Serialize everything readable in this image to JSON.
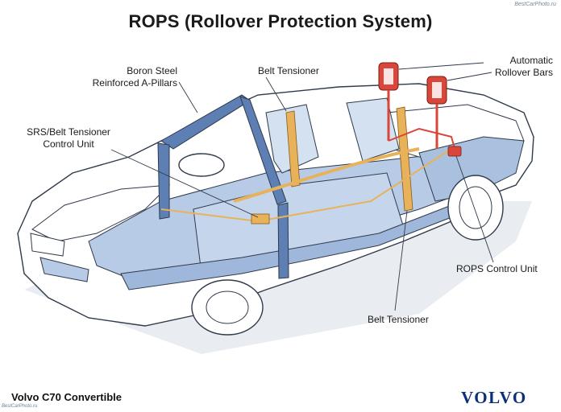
{
  "title": "ROPS (Rollover Protection System)",
  "watermark_top": "BestCarPhoto.ru",
  "watermark_bottom": "BestCarPhoto.ru",
  "labels": {
    "boron_steel_line1": "Boron Steel",
    "boron_steel_line2": "Reinforced A-Pillars",
    "belt_tensioner_top": "Belt Tensioner",
    "automatic_line1": "Automatic",
    "automatic_line2": "Rollover Bars",
    "srs_line1": "SRS/Belt Tensioner",
    "srs_line2": "Control Unit",
    "rops_control_unit": "ROPS Control Unit",
    "belt_tensioner_bottom": "Belt Tensioner"
  },
  "footer": {
    "model": "Volvo C70 Convertible",
    "brand": "VOLVO"
  },
  "colors": {
    "body_blue": "#b7cbe6",
    "frame_blue": "#5d7fb4",
    "outline": "#2f3a4a",
    "tensioner_orange": "#e8b25a",
    "rollbar_red": "#d9463a",
    "brand_blue": "#0c2f7a"
  }
}
